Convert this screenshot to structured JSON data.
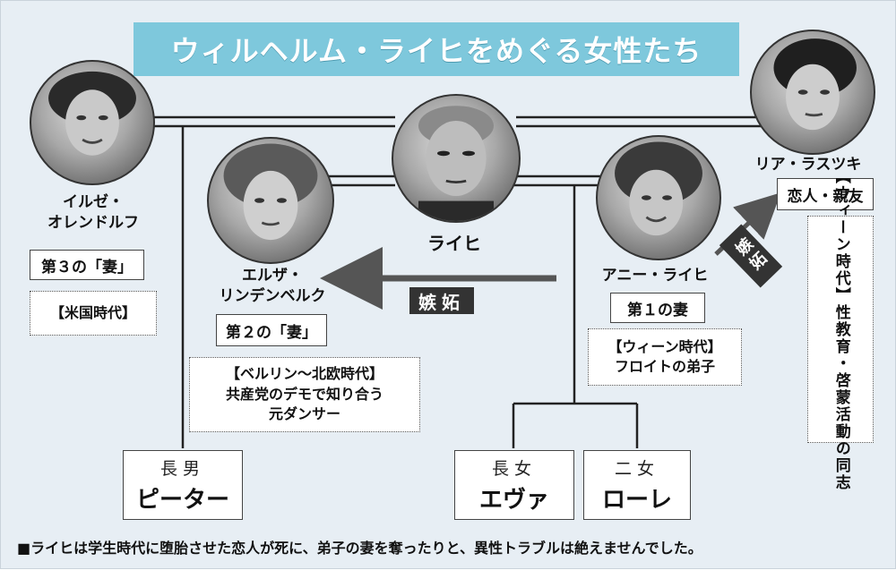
{
  "title": "ウィルヘルム・ライヒをめぐる女性たち",
  "people": {
    "reich": {
      "name": "ライヒ"
    },
    "ilse": {
      "name_line1": "イルゼ・",
      "name_line2": "オレンドルフ",
      "role": "第３の「妻」",
      "note": "【米国時代】"
    },
    "elsa": {
      "name_line1": "エルザ・",
      "name_line2": "リンデンベルク",
      "role": "第２の「妻」",
      "note_lines": [
        "【ベルリン～北欧時代】",
        "共産党のデモで知り合う",
        "元ダンサー"
      ]
    },
    "annie": {
      "name": "アニー・ライヒ",
      "role": "第１の妻",
      "note_lines": [
        "【ウィーン時代】",
        "フロイトの弟子"
      ]
    },
    "lia": {
      "name": "リア・ラスツキ",
      "role": "恋人・親友",
      "note": "【ウィーン時代】性教育・啓蒙活動の同志"
    }
  },
  "jealousy": {
    "elsa": "嫉妬",
    "lia": "嫉妬"
  },
  "children": [
    {
      "relation": "長男",
      "name": "ピーター"
    },
    {
      "relation": "長女",
      "name": "エヴァ"
    },
    {
      "relation": "二女",
      "name": "ローレ"
    }
  ],
  "footer": "■ライヒは学生時代に堕胎させた恋人が死に、弟子の妻を奪ったりと、異性トラブルは絶えませんでした。",
  "colors": {
    "title_bg": "#7ec8dc",
    "background": "#e7eef4",
    "arrow": "#555555",
    "jealous_bg": "#333333"
  }
}
